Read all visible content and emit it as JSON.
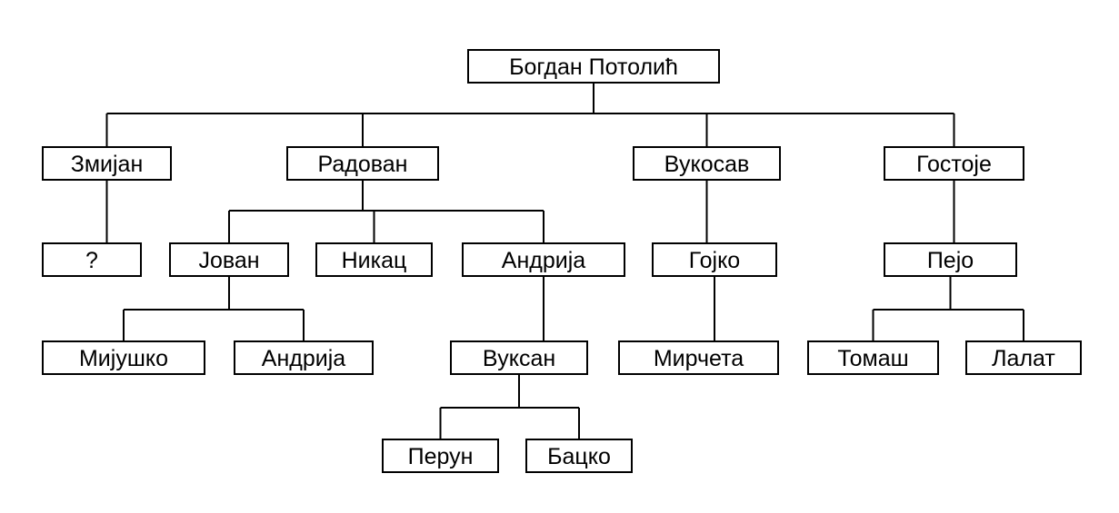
{
  "tree": {
    "nodes": [
      {
        "id": "bogdan",
        "label": "Богдан Потолић"
      },
      {
        "id": "zmijan",
        "label": "Змијан",
        "parent": "bogdan"
      },
      {
        "id": "radovan",
        "label": "Радован",
        "parent": "bogdan"
      },
      {
        "id": "vukosav",
        "label": "Вукосав",
        "parent": "bogdan"
      },
      {
        "id": "gostoje",
        "label": "Гостоје",
        "parent": "bogdan"
      },
      {
        "id": "unknown",
        "label": "?",
        "parent": "zmijan"
      },
      {
        "id": "jovan",
        "label": "Јован",
        "parent": "radovan"
      },
      {
        "id": "nikac",
        "label": "Никац",
        "parent": "radovan"
      },
      {
        "id": "andrija1",
        "label": "Андрија",
        "parent": "radovan"
      },
      {
        "id": "gojko",
        "label": "Гојко",
        "parent": "vukosav"
      },
      {
        "id": "pejo",
        "label": "Пејо",
        "parent": "gostoje"
      },
      {
        "id": "mijushko",
        "label": "Мијушко",
        "parent": "jovan"
      },
      {
        "id": "andrija2",
        "label": "Андрија",
        "parent": "jovan"
      },
      {
        "id": "vuksan",
        "label": "Вуксан",
        "parent": "andrija1"
      },
      {
        "id": "mircheta",
        "label": "Мирчета",
        "parent": "gojko"
      },
      {
        "id": "tomash",
        "label": "Томаш",
        "parent": "pejo"
      },
      {
        "id": "lalat",
        "label": "Лалат",
        "parent": "pejo"
      },
      {
        "id": "perun",
        "label": "Перун",
        "parent": "vuksan"
      },
      {
        "id": "backo",
        "label": "Бацко",
        "parent": "vuksan"
      }
    ]
  }
}
